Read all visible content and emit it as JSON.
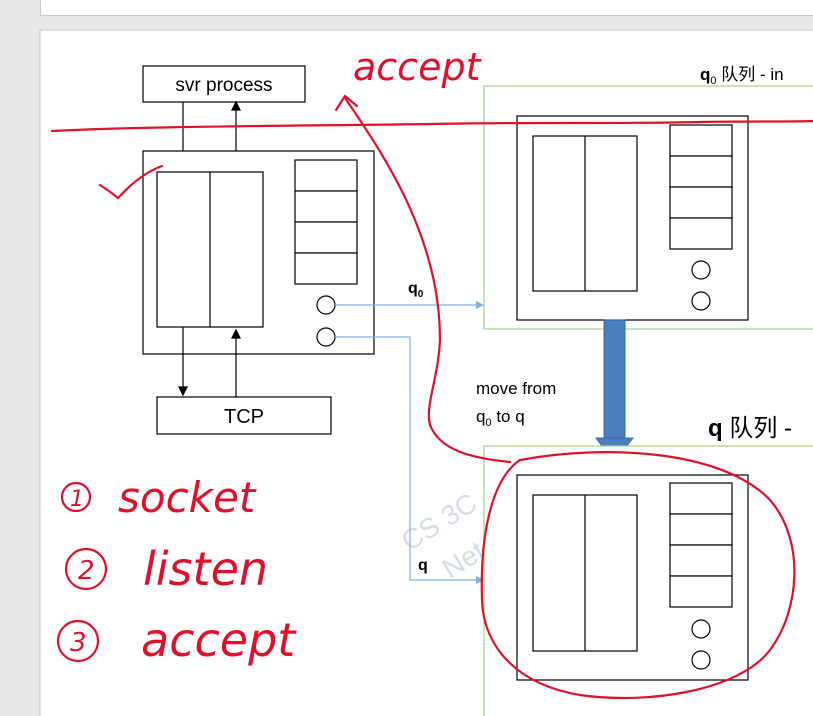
{
  "labels": {
    "svr_process": "svr process",
    "tcp": "TCP",
    "q0_arrow": "q",
    "q0_sub": "0",
    "q_arrow": "q",
    "move_line1": "move from",
    "move_line2_a": "q",
    "move_line2_sub": "0",
    "move_line2_b": " to q",
    "q0_title_q": "q",
    "q0_title_sub": "0",
    "q0_title_rest": " 队列 - in",
    "q_title_q": "q",
    "q_title_rest": " 队列 -"
  },
  "annotations": {
    "accept_top": "accept",
    "step1": "socket",
    "step2": "listen",
    "step3": "accept",
    "num1": "1",
    "num2": "2",
    "num3": "3"
  },
  "watermark": {
    "line1": "CS 3C",
    "line2": "Net"
  },
  "colors": {
    "annotation_red": "#e0102c",
    "connector_blue": "#7fb0dc",
    "move_arrow_blue": "#4a7fbf",
    "panel_green": "#a7d08c"
  }
}
